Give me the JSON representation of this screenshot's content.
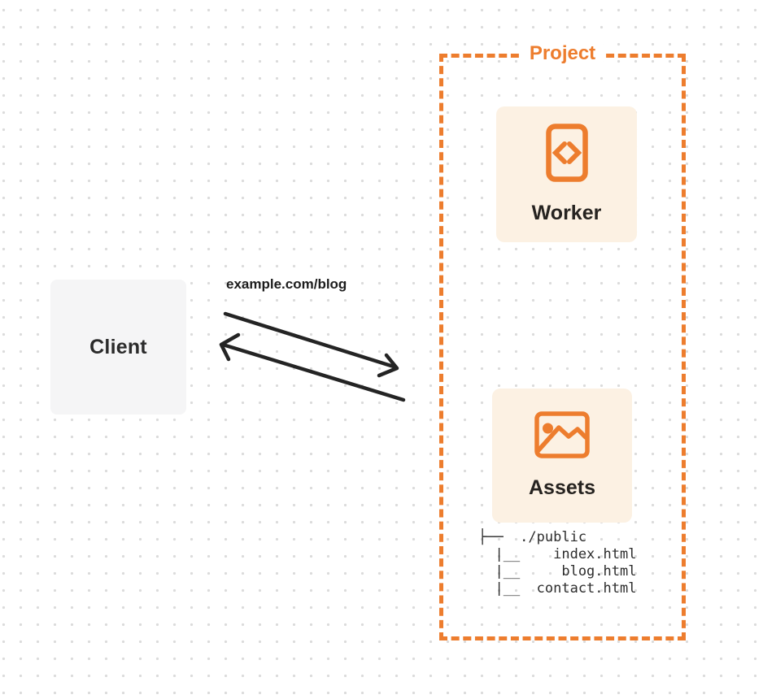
{
  "diagram": {
    "project": {
      "label": "Project",
      "worker": {
        "label": "Worker",
        "icon": "code-file-icon"
      },
      "assets": {
        "label": "Assets",
        "icon": "image-icon"
      },
      "file_tree": {
        "lines": [
          "├──  ./public",
          "  |__    index.html",
          "  |__     blog.html",
          "  |__  contact.html"
        ]
      }
    },
    "client": {
      "label": "Client"
    },
    "request": {
      "url": "example.com/blog"
    },
    "colors": {
      "accent_orange": "#ed7d2e",
      "card_cream": "#fcf1e3",
      "client_gray": "#f5f5f6",
      "arrow_dark": "#242424",
      "text_dark": "#262320",
      "dot_grid": "#dbdbdb"
    }
  }
}
